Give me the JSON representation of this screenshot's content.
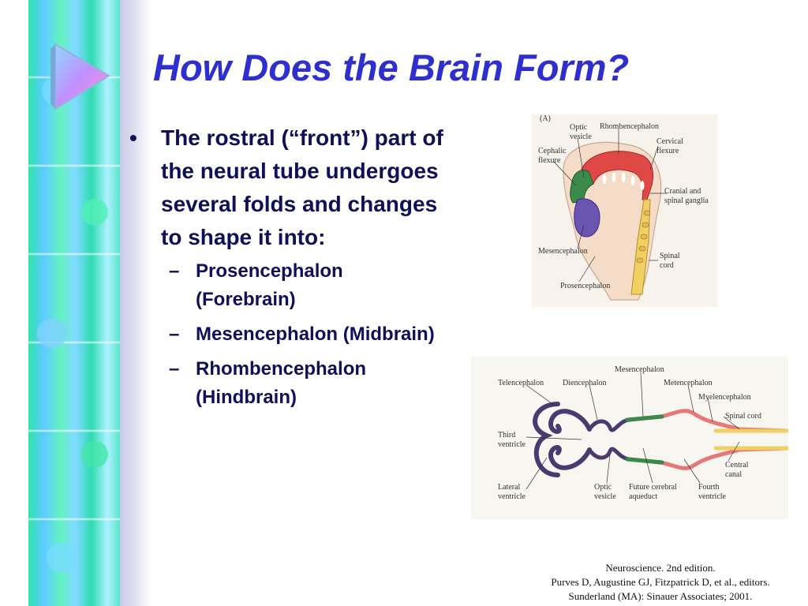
{
  "slide": {
    "title": "How Does the Brain Form?",
    "bullet_main": "The rostral (“front”) part of the neural tube undergoes several folds and changes to shape it into:",
    "sub_bullets": [
      "Prosencephalon (Forebrain)",
      "Mesencephalon (Midbrain)",
      "Rhombencephalon (Hindbrain)"
    ],
    "bullet_glyph": "•",
    "dash_glyph": "–"
  },
  "figure_a": {
    "panel": "(A)",
    "labels": {
      "optic_vesicle": [
        "Optic",
        "vesicle"
      ],
      "rhombencephalon": "Rhombencephalon",
      "cephalic_flexure": [
        "Cephalic",
        "flexure"
      ],
      "cervical_flexure": [
        "Cervical",
        "flexure"
      ],
      "cranial_spinal": [
        "Cranial and",
        "spinal ganglia"
      ],
      "mesencephalon": "Mesencephalon",
      "spinal_cord": [
        "Spinal",
        "cord"
      ],
      "prosencephalon": "Prosencephalon"
    }
  },
  "figure_b": {
    "labels": {
      "mesencephalon": "Mesencephalon",
      "telencephalon": "Telencephalon",
      "diencephalon": "Diencephalon",
      "metencephalon": "Metencephalon",
      "myelencephalon": "Myelencephalon",
      "spinal_cord": "Spinal cord",
      "third_ventricle": [
        "Third",
        "ventricle"
      ],
      "central_canal": [
        "Central",
        "canal"
      ],
      "lateral_ventricle": [
        "Lateral",
        "ventricle"
      ],
      "optic_vesicle": [
        "Optic",
        "vesicle"
      ],
      "future_cerebral_aqueduct": [
        "Future cerebral",
        "aqueduct"
      ],
      "fourth_ventricle": [
        "Fourth",
        "ventricle"
      ]
    }
  },
  "citation": [
    "Neuroscience. 2nd edition.",
    "Purves D, Augustine GJ, Fitzpatrick D, et al., editors.",
    "Sunderland (MA): Sinauer Associates; 2001."
  ],
  "colors": {
    "title": "#2f2fd0",
    "body_text": "#10105a",
    "prosencephalon": "#6a55b0",
    "mesencephalon_green": "#3a8a4a",
    "rhombencephalon_red": "#e04848",
    "spinal_yellow": "#f0d060"
  }
}
